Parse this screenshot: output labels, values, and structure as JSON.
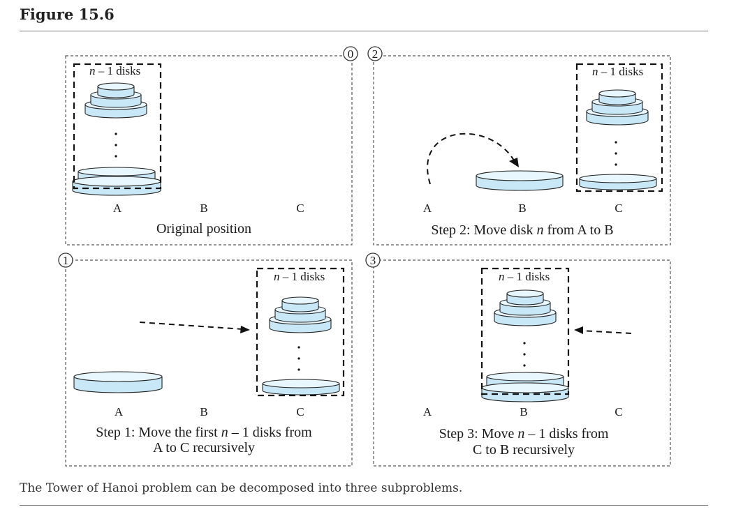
{
  "figure_title": "Figure 15.6",
  "caption": "The Tower of Hanoi problem can be decomposed into three subproblems.",
  "badges": [
    "0",
    "2",
    "1",
    "3"
  ],
  "group_label_prefix": "n",
  "group_label_suffix": " – 1 disks",
  "pegs": [
    "A",
    "B",
    "C"
  ],
  "panel0": {
    "caption_line1": "Original position"
  },
  "panel1": {
    "caption_line1": "Step 1: Move the first ",
    "caption_var": "n",
    "caption_tail": " – 1 disks from",
    "caption_line2": "A to C recursively"
  },
  "panel2": {
    "caption_line1": "Step 2: Move disk ",
    "caption_var": "n",
    "caption_tail": " from A to B"
  },
  "panel3": {
    "caption_line1": "Step 3: Move ",
    "caption_var": "n",
    "caption_tail": " – 1 disks from",
    "caption_line2": "C to B recursively"
  },
  "colors": {
    "disk_fill": "#c9e8f7",
    "disk_top": "#e8f6fd",
    "outline": "#222222"
  }
}
